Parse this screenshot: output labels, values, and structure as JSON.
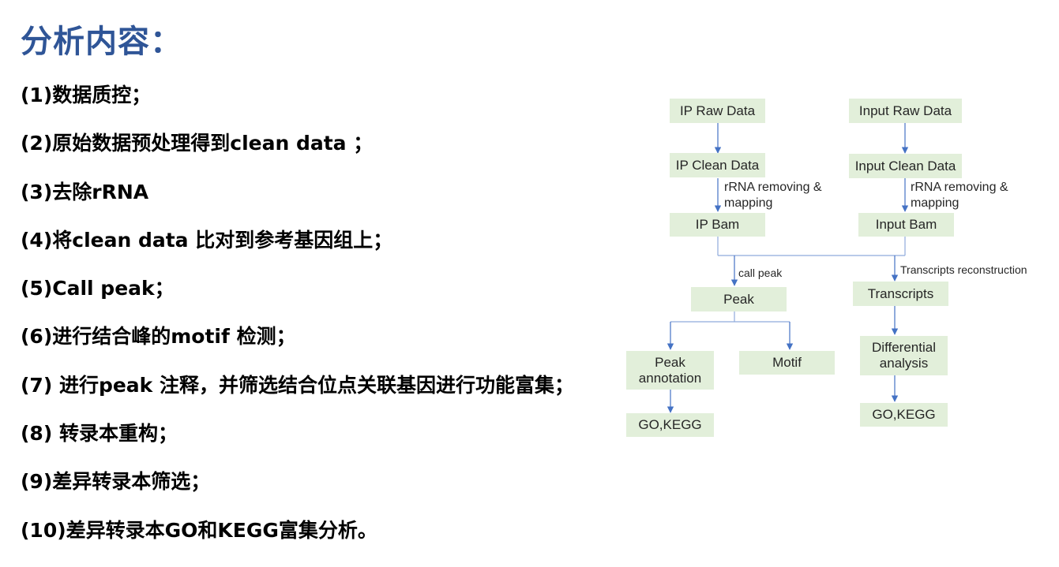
{
  "title": "分析内容：",
  "steps": [
    "(1)数据质控；",
    "(2)原始数据预处理得到clean data ；",
    "(3)去除rRNA",
    "(4)将clean data 比对到参考基因组上；",
    "(5)Call peak；",
    "(6)进行结合峰的motif 检测；",
    "(7)  进行peak  注释，并筛选结合位点关联基因进行功能富集；",
    "(8) 转录本重构；",
    "(9)差异转录本筛选；",
    "(10)差异转录本GO和KEGG富集分析。"
  ],
  "flowchart": {
    "nodes": {
      "ip_raw": "IP Raw Data",
      "input_raw": "Input Raw Data",
      "ip_clean": "IP Clean Data",
      "input_clean": "Input Clean Data",
      "ip_bam": "IP Bam",
      "input_bam": "Input Bam",
      "peak": "Peak",
      "transcripts": "Transcripts",
      "peak_annotation": "Peak annotation",
      "motif": "Motif",
      "differential_analysis": "Differential analysis",
      "go_kegg_left": "GO,KEGG",
      "go_kegg_right": "GO,KEGG"
    },
    "edge_labels": {
      "rrna_left": "rRNA removing & mapping",
      "rrna_right": "rRNA removing & mapping",
      "call_peak": "call peak",
      "transcripts_reconstruction": "Transcripts reconstruction"
    },
    "colors": {
      "node_fill": "#e2efda",
      "arrow": "#4472c4",
      "line": "#8faadc",
      "title": "#2f5597"
    }
  }
}
